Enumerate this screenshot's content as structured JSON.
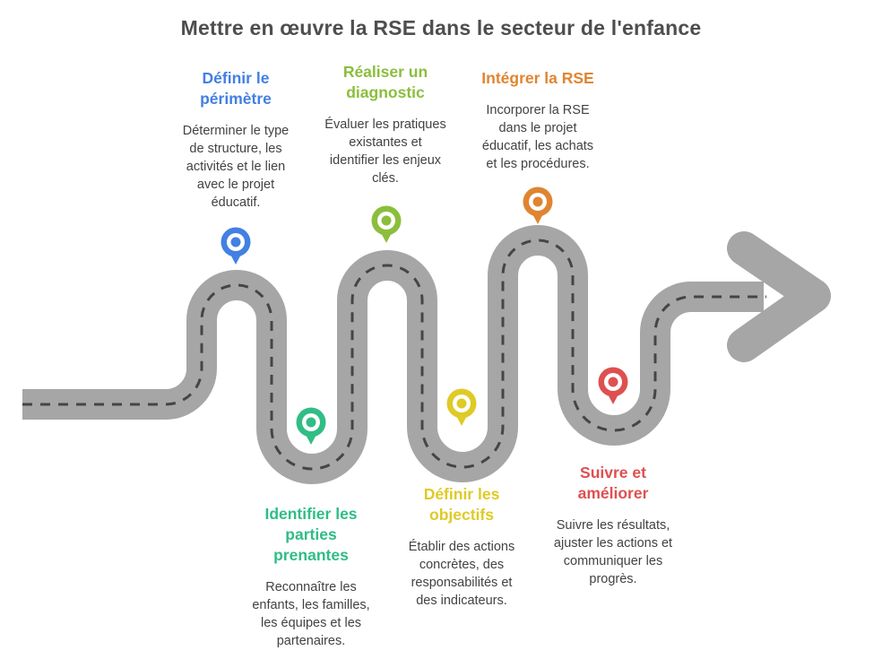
{
  "title": "Mettre en œuvre la RSE dans le secteur de l'enfance",
  "road": {
    "color": "#a6a6a6",
    "dash_color": "#454545"
  },
  "steps": [
    {
      "title": "Définir le\npérimètre",
      "description": "Déterminer le type\nde structure, les\nactivités et le lien\navec le projet\néducatif.",
      "color": "#4280e2",
      "row": "top"
    },
    {
      "title": "Identifier les\nparties\nprenantes",
      "description": "Reconnaître les\nenfants, les familles,\nles équipes et les\npartenaires.",
      "color": "#30bd86",
      "row": "bottom"
    },
    {
      "title": "Réaliser un\ndiagnostic",
      "description": "Évaluer les pratiques\nexistantes et\nidentifier les enjeux\nclés.",
      "color": "#8bbe3c",
      "row": "top"
    },
    {
      "title": "Définir les\nobjectifs",
      "description": "Établir des actions\nconcrètes, des\nresponsabilités et\ndes indicateurs.",
      "color": "#dfca26",
      "row": "bottom"
    },
    {
      "title": "Intégrer la RSE",
      "description": "Incorporer la RSE\ndans le projet\néducatif, les achats\net les procédures.",
      "color": "#df8531",
      "row": "top"
    },
    {
      "title": "Suivre et\naméliorer",
      "description": "Suivre les résultats,\najuster les actions et\ncommuniquer les\nprogrès.",
      "color": "#de5050",
      "row": "bottom"
    }
  ]
}
